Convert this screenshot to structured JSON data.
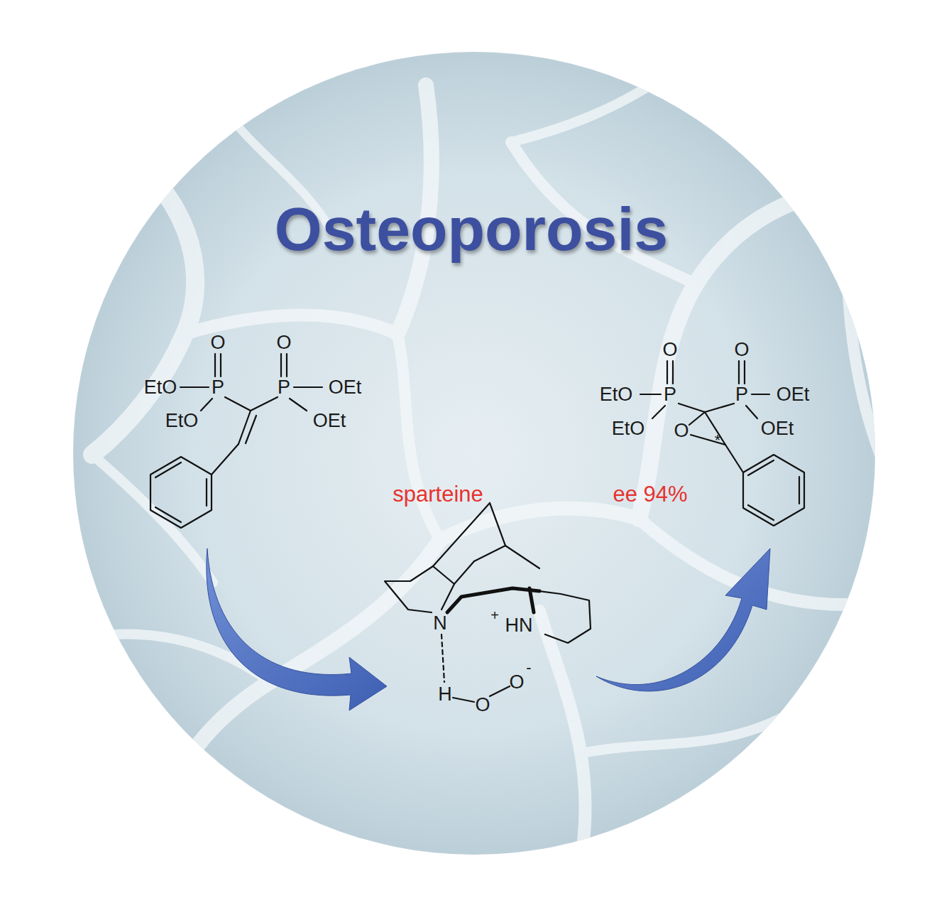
{
  "diagram": {
    "title": "Osteoporosis",
    "labels": [
      "O",
      "O",
      "EtO",
      "P",
      "P",
      "OEt",
      "EtO",
      "OEt",
      "O",
      "O",
      "EtO",
      "P",
      "P",
      "OEt",
      "EtO",
      "O",
      "OEt",
      "*",
      "sparteine",
      "N",
      "+",
      "HN",
      "H",
      "O",
      "O",
      "-",
      "ee 94%"
    ]
  }
}
